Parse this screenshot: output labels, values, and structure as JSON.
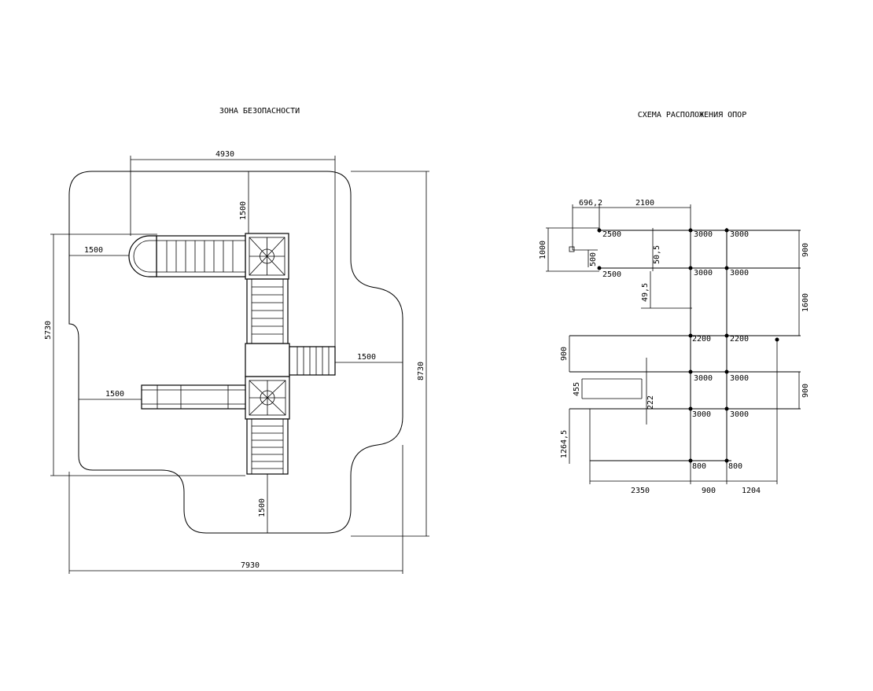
{
  "titles": {
    "safety_zone": "ЗОНА БЕЗОПАСНОСТИ",
    "supports_layout": "СХЕМА РАСПОЛОЖЕНИЯ ОПОР"
  },
  "safety_zone_dims": {
    "top_width": "4930",
    "top_offset": "1500",
    "left_offset": "1500",
    "height_left": "5730",
    "right_offset": "1500",
    "slide_offset": "1500",
    "bottom_offset": "1500",
    "height_right": "8730",
    "total_width": "7930"
  },
  "supports_dims": {
    "top_a": "696,2",
    "top_b": "2100",
    "v1000": "1000",
    "v500": "500",
    "v50_5": "50,5",
    "v49_5": "49,5",
    "right_900_a": "900",
    "right_1600": "1600",
    "left_900": "900",
    "right_900_b": "900",
    "v455": "455",
    "v222": "222",
    "v1264_5": "1264,5",
    "bottom_2350": "2350",
    "bottom_900": "900",
    "bottom_1204": "1204"
  },
  "support_labels": {
    "r1_left": "2500",
    "r1_mid": "3000",
    "r1_right": "3000",
    "r2_left": "2500",
    "r2_mid": "3000",
    "r2_right": "3000",
    "r3_mid": "2200",
    "r3_right": "2200",
    "r4_mid": "3000",
    "r4_right": "3000",
    "r5_mid": "3000",
    "r5_right": "3000",
    "r6_mid": "800",
    "r6_right": "800"
  }
}
